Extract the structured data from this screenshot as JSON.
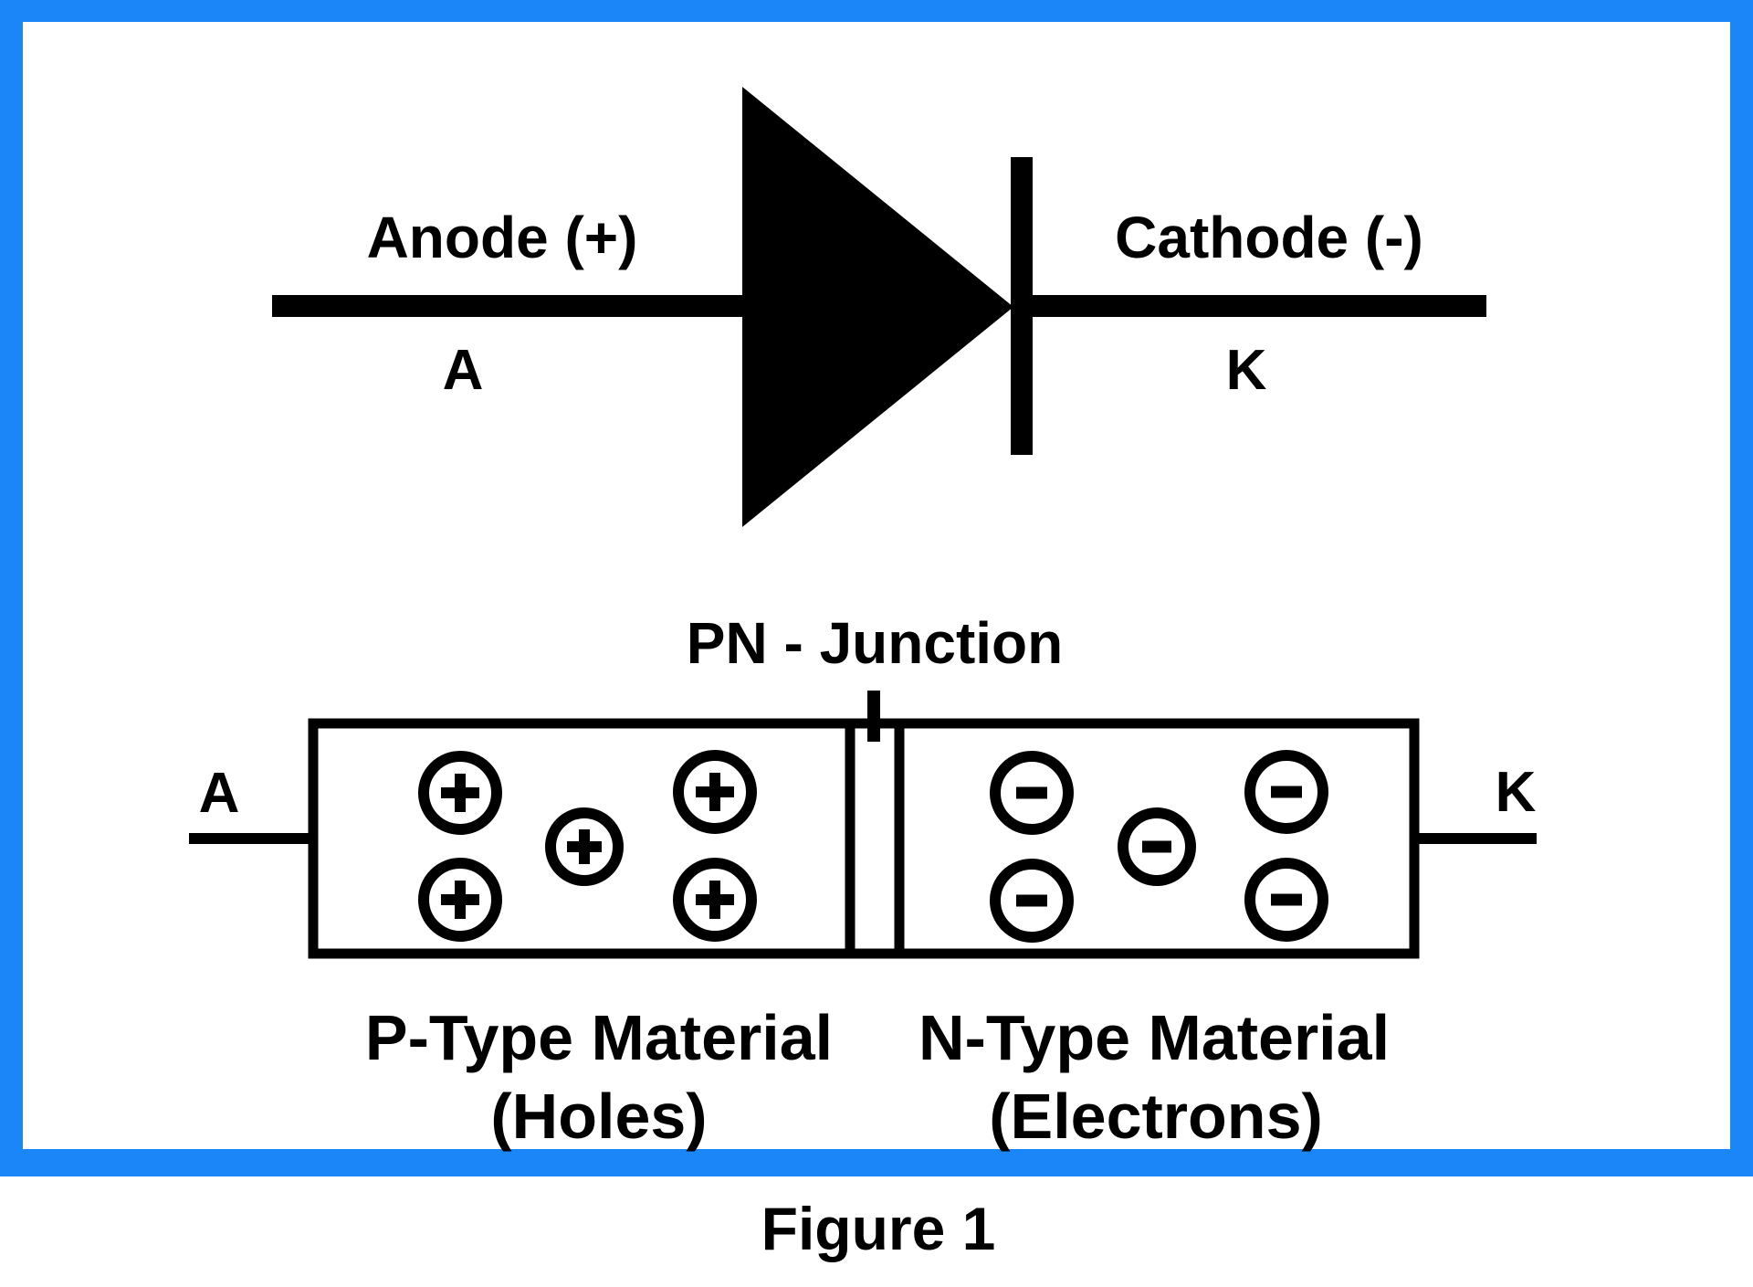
{
  "figure": {
    "caption": "Figure 1"
  },
  "colors": {
    "frame_blue": "#1A86F8",
    "ink": "#000000",
    "background": "#FFFFFF"
  },
  "diode_symbol": {
    "anode_label": "Anode (+)",
    "cathode_label": "Cathode (-)",
    "anode_terminal": "A",
    "cathode_terminal": "K"
  },
  "pn_junction": {
    "title": "PN - Junction",
    "anode_terminal": "A",
    "cathode_terminal": "K",
    "p_region": {
      "name": "P-Type Material",
      "carriers_label": "(Holes)",
      "carrier_symbol": "+",
      "carrier_count": 5
    },
    "n_region": {
      "name": "N-Type Material",
      "carriers_label": "(Electrons)",
      "carrier_symbol": "−",
      "carrier_count": 5
    }
  }
}
